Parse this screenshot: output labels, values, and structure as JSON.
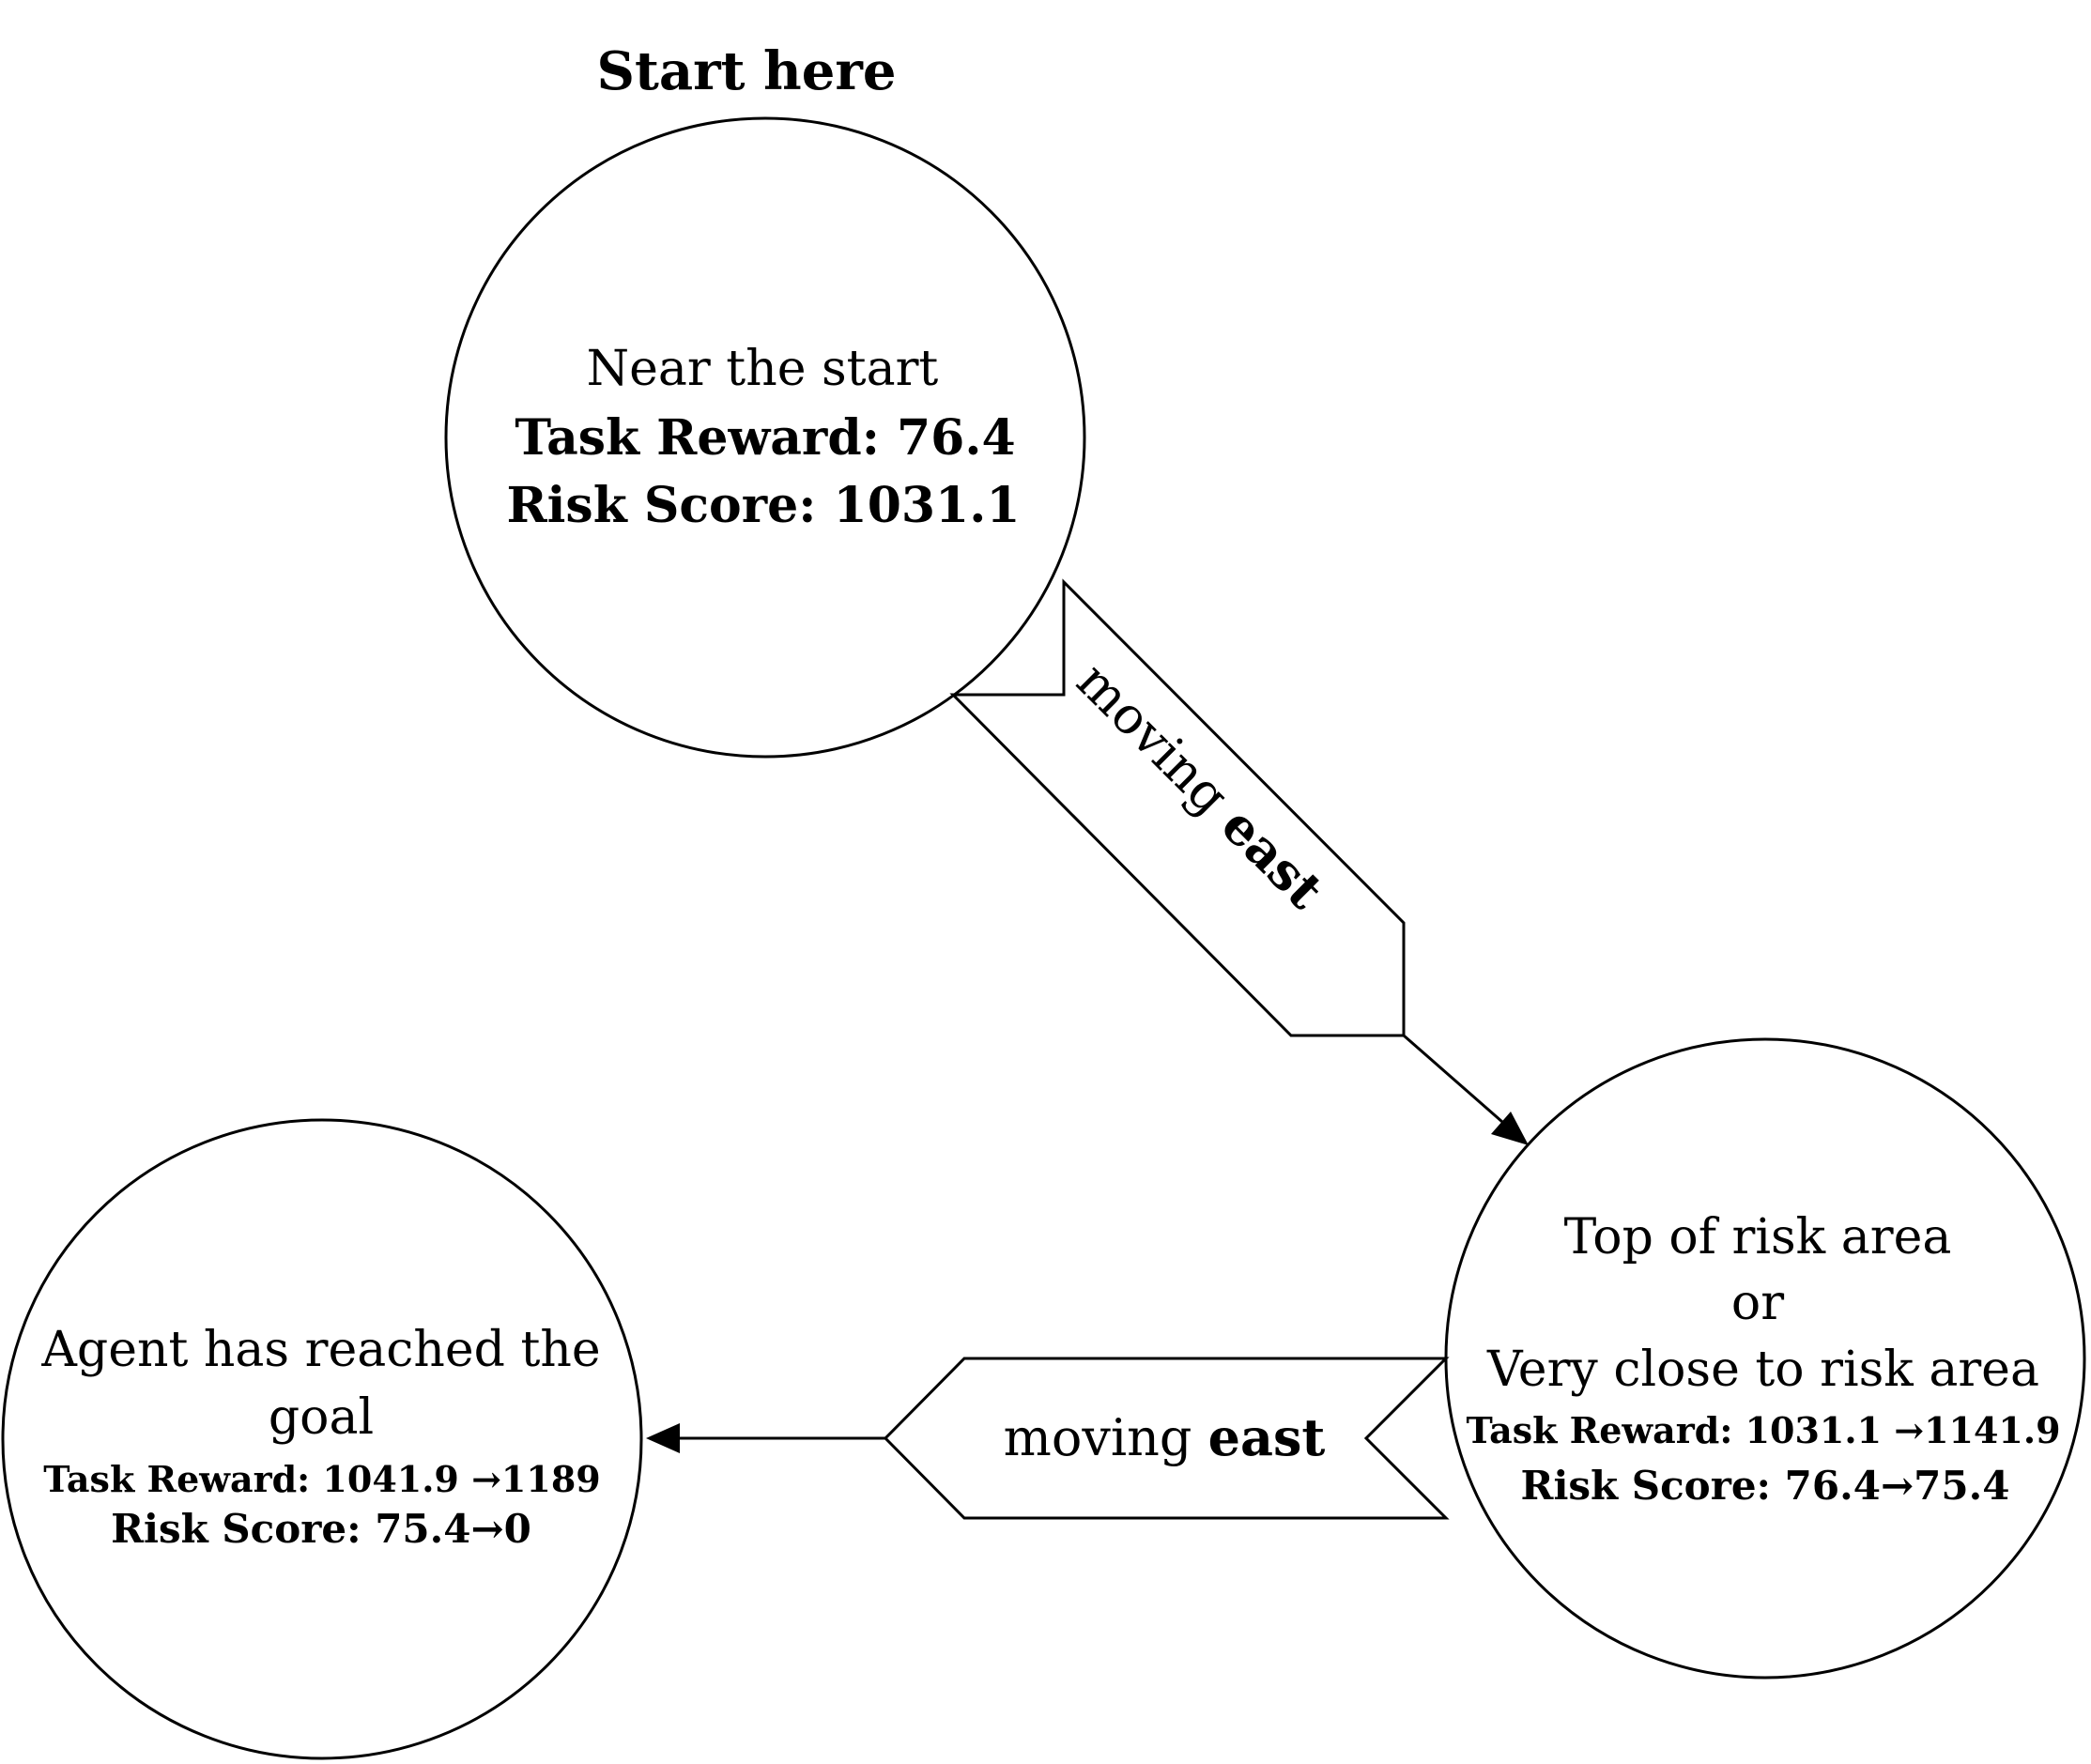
{
  "title": "Start here",
  "states": {
    "start": {
      "name": "Near the start",
      "task_reward": "Task Reward: 76.4",
      "risk_score": "Risk Score: 1031.1"
    },
    "risk": {
      "name_line1": "Top of risk area",
      "name_line2": "or",
      "name_line3": "Very close to risk area",
      "task_reward": "Task Reward: 1031.1 →1141.9",
      "risk_score": "Risk Score: 76.4→75.4"
    },
    "goal": {
      "name_line1": "Agent has reached the",
      "name_line2": "goal",
      "task_reward": "Task Reward: 1041.9 →1189",
      "risk_score": "Risk Score: 75.4→0"
    }
  },
  "transitions": [
    {
      "verb": "moving",
      "direction": "east"
    },
    {
      "verb": "moving",
      "direction": "east"
    }
  ]
}
